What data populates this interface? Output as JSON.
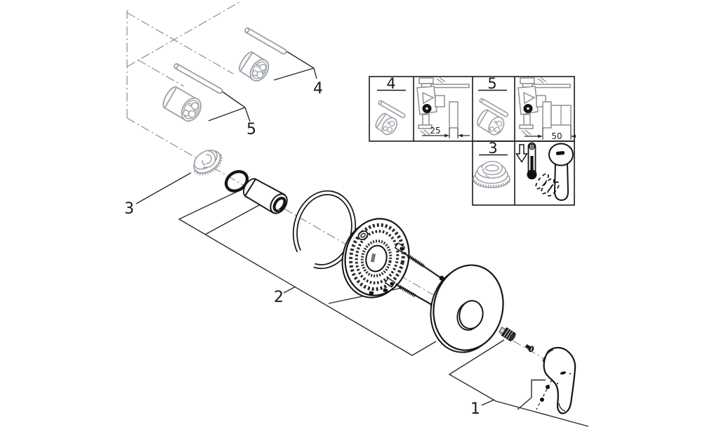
{
  "callouts": {
    "c1": "1",
    "c2": "2",
    "c3": "3",
    "c4": "4",
    "c5": "5"
  },
  "inset_table": {
    "cell_4": {
      "label": "4",
      "dimension_mm": "25"
    },
    "cell_5": {
      "label": "5",
      "dimension_mm": "50"
    },
    "cell_3": {
      "label": "3"
    }
  },
  "colors": {
    "line": "#1a1a1a",
    "accessory_line": "#9aa0a6",
    "centerline": "#8f8f8f",
    "background": "#ffffff"
  }
}
